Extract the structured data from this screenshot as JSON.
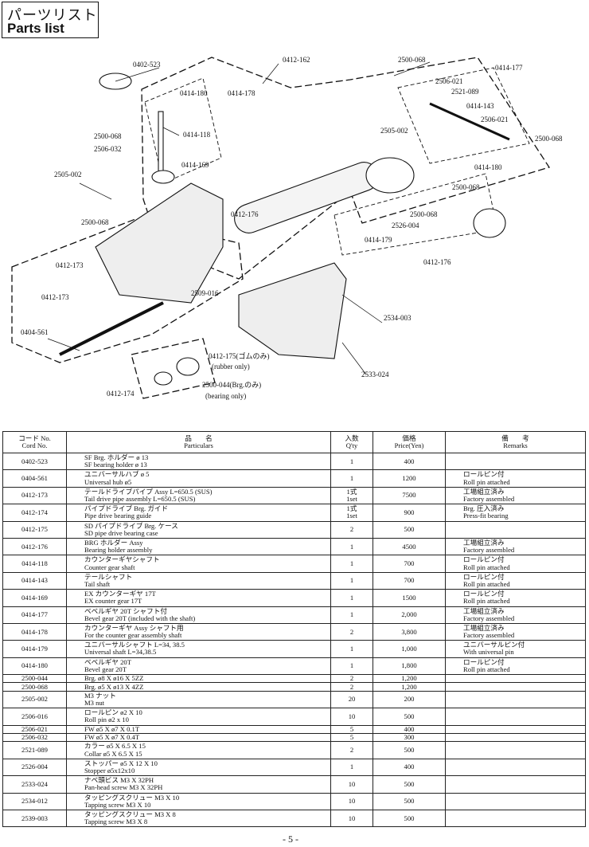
{
  "header": {
    "title_jp": "パーツリスト",
    "title_en": "Parts list"
  },
  "diagram_labels": [
    {
      "id": "0402-523",
      "text": "0402-523"
    },
    {
      "id": "0412-162",
      "text": "0412-162"
    },
    {
      "id": "2500-068a",
      "text": "2500-068"
    },
    {
      "id": "0414-177",
      "text": "0414-177"
    },
    {
      "id": "2506-021a",
      "text": "2506-021"
    },
    {
      "id": "0414-180a",
      "text": "0414-180"
    },
    {
      "id": "0414-178",
      "text": "0414-178"
    },
    {
      "id": "2521-089",
      "text": "2521-089"
    },
    {
      "id": "0414-143",
      "text": "0414-143"
    },
    {
      "id": "2500-068b",
      "text": "2500-068"
    },
    {
      "id": "2506-021b",
      "text": "2506-021"
    },
    {
      "id": "0414-118",
      "text": "0414-118"
    },
    {
      "id": "2505-002a",
      "text": "2505-002"
    },
    {
      "id": "2500-068c",
      "text": "2500-068"
    },
    {
      "id": "2506-032",
      "text": "2506-032"
    },
    {
      "id": "0414-169",
      "text": "0414-169"
    },
    {
      "id": "0414-180b",
      "text": "0414-180"
    },
    {
      "id": "2505-002b",
      "text": "2505-002"
    },
    {
      "id": "2500-068d",
      "text": "2500-068"
    },
    {
      "id": "2500-068e",
      "text": "2500-068"
    },
    {
      "id": "0412-176a",
      "text": "0412-176"
    },
    {
      "id": "2500-068f",
      "text": "2500-068"
    },
    {
      "id": "2526-004",
      "text": "2526-004"
    },
    {
      "id": "0414-179",
      "text": "0414-179"
    },
    {
      "id": "0412-173a",
      "text": "0412-173"
    },
    {
      "id": "0412-176b",
      "text": "0412-176"
    },
    {
      "id": "2509-016",
      "text": "2509-016"
    },
    {
      "id": "0412-173b",
      "text": "0412-173"
    },
    {
      "id": "2534-003",
      "text": "2534-003"
    },
    {
      "id": "0404-561",
      "text": "0404-561"
    },
    {
      "id": "0412-175",
      "text": "0412-175(ゴムのみ)"
    },
    {
      "id": "rubber",
      "text": "(rubber only)"
    },
    {
      "id": "2533-024",
      "text": "2533-024"
    },
    {
      "id": "2500-044",
      "text": "2500-044(Brg.のみ)"
    },
    {
      "id": "bearing",
      "text": "(bearing only)"
    },
    {
      "id": "0412-174",
      "text": "0412-174"
    }
  ],
  "table": {
    "headers": {
      "code_jp": "コード No.",
      "code_en": "Cord No.",
      "part_jp": "品　　名",
      "part_en": "Particulars",
      "qty_jp": "入数",
      "qty_en": "Q'ty",
      "price_jp": "価格",
      "price_en": "Price(Yen)",
      "remarks_jp": "備　　考",
      "remarks_en": "Remarks"
    },
    "rows": [
      {
        "code": "0402-523",
        "name_jp": "SF Brg. ホルダー ø 13",
        "name_en": "SF bearing holder ø 13",
        "qty1": "1",
        "qty2": "",
        "price": "400",
        "rem_jp": "",
        "rem_en": ""
      },
      {
        "code": "0404-561",
        "name_jp": "ユニバーサルハブ ø 5",
        "name_en": "Universal hub ø5",
        "qty1": "1",
        "qty2": "",
        "price": "1200",
        "rem_jp": "ロールピン付",
        "rem_en": "Roll pin attached"
      },
      {
        "code": "0412-173",
        "name_jp": "テールドライブパイプ Assy L=650.5 (SUS)",
        "name_en": "Tail drive pipe assembly L=650.5 (SUS)",
        "qty1": "1式",
        "qty2": "1set",
        "price": "7500",
        "rem_jp": "工場組立済み",
        "rem_en": "Factory assembled"
      },
      {
        "code": "0412-174",
        "name_jp": "パイプドライブ Brg. ガイド",
        "name_en": "Pipe drive bearing guide",
        "qty1": "1式",
        "qty2": "1set",
        "price": "900",
        "rem_jp": "Brg. 圧入済み",
        "rem_en": "Press-fit bearing"
      },
      {
        "code": "0412-175",
        "name_jp": "SD パイプドライブ Brg. ケース",
        "name_en": "SD pipe drive bearing case",
        "qty1": "2",
        "qty2": "",
        "price": "500",
        "rem_jp": "",
        "rem_en": ""
      },
      {
        "code": "0412-176",
        "name_jp": "BRG ホルダー Assy",
        "name_en": "Bearing holder assembly",
        "qty1": "1",
        "qty2": "",
        "price": "4500",
        "rem_jp": "工場組立済み",
        "rem_en": "Factory assembled"
      },
      {
        "code": "0414-118",
        "name_jp": "カウンターギヤシャフト",
        "name_en": "Counter gear shaft",
        "qty1": "1",
        "qty2": "",
        "price": "700",
        "rem_jp": "ロールピン付",
        "rem_en": "Roll pin attached"
      },
      {
        "code": "0414-143",
        "name_jp": "テールシャフト",
        "name_en": "Tail shaft",
        "qty1": "1",
        "qty2": "",
        "price": "700",
        "rem_jp": "ロールピン付",
        "rem_en": "Roll pin attached"
      },
      {
        "code": "0414-169",
        "name_jp": "EX カウンターギヤ 17T",
        "name_en": "EX counter gear 17T",
        "qty1": "1",
        "qty2": "",
        "price": "1500",
        "rem_jp": "ロールピン付",
        "rem_en": "Roll pin attached"
      },
      {
        "code": "0414-177",
        "name_jp": "ベベルギヤ 20T シャフト付",
        "name_en": "Bevel gear 20T (included with the shaft)",
        "qty1": "1",
        "qty2": "",
        "price": "2,000",
        "rem_jp": "工場組立済み",
        "rem_en": "Factory assembled"
      },
      {
        "code": "0414-178",
        "name_jp": "カウンターギヤ Assy シャフト用",
        "name_en": "For the counter gear assembly shaft",
        "qty1": "2",
        "qty2": "",
        "price": "3,800",
        "rem_jp": "工場組立済み",
        "rem_en": "Factory assembled"
      },
      {
        "code": "0414-179",
        "name_jp": "ユニバーサルシャフト L=34, 38.5",
        "name_en": "Universal shaft L=34,38.5",
        "qty1": "1",
        "qty2": "",
        "price": "1,000",
        "rem_jp": "ユニバーサルピン付",
        "rem_en": "With universal pin"
      },
      {
        "code": "0414-180",
        "name_jp": "ベベルギヤ 20T",
        "name_en": "Bevel gear 20T",
        "qty1": "1",
        "qty2": "",
        "price": "1,800",
        "rem_jp": "ロールピン付",
        "rem_en": "Roll pin attached"
      },
      {
        "code": "2500-044",
        "name_jp": "Brg. ø8 X ø16 X 5ZZ",
        "name_en": "",
        "qty1": "2",
        "qty2": "",
        "price": "1,200",
        "rem_jp": "",
        "rem_en": ""
      },
      {
        "code": "2500-068",
        "name_jp": "Brg. ø5 X ø13 X 4ZZ",
        "name_en": "",
        "qty1": "2",
        "qty2": "",
        "price": "1,200",
        "rem_jp": "",
        "rem_en": ""
      },
      {
        "code": "2505-002",
        "name_jp": "M3 ナット",
        "name_en": "M3 nut",
        "qty1": "20",
        "qty2": "",
        "price": "200",
        "rem_jp": "",
        "rem_en": ""
      },
      {
        "code": "2506-016",
        "name_jp": "ロールピン ø2 X 10",
        "name_en": "Roll pin ø2 x 10",
        "qty1": "10",
        "qty2": "",
        "price": "500",
        "rem_jp": "",
        "rem_en": ""
      },
      {
        "code": "2506-021",
        "name_jp": "FW ø5 X ø7 X 0.1T",
        "name_en": "",
        "qty1": "5",
        "qty2": "",
        "price": "400",
        "rem_jp": "",
        "rem_en": ""
      },
      {
        "code": "2506-032",
        "name_jp": "FW ø5 X ø7 X 0.4T",
        "name_en": "",
        "qty1": "5",
        "qty2": "",
        "price": "300",
        "rem_jp": "",
        "rem_en": ""
      },
      {
        "code": "2521-089",
        "name_jp": "カラー ø5 X 6.5 X 15",
        "name_en": "Collar ø5 X 6.5 X 15",
        "qty1": "2",
        "qty2": "",
        "price": "500",
        "rem_jp": "",
        "rem_en": ""
      },
      {
        "code": "2526-004",
        "name_jp": "ストッパー ø5 X 12 X 10",
        "name_en": "Stopper ø5x12x10",
        "qty1": "1",
        "qty2": "",
        "price": "400",
        "rem_jp": "",
        "rem_en": ""
      },
      {
        "code": "2533-024",
        "name_jp": "ナベ頭ビス M3 X 32PH",
        "name_en": "Pan-head screw M3 X 32PH",
        "qty1": "10",
        "qty2": "",
        "price": "500",
        "rem_jp": "",
        "rem_en": ""
      },
      {
        "code": "2534-012",
        "name_jp": "タッピングスクリュー M3 X 10",
        "name_en": "Tapping screw M3 X 10",
        "qty1": "10",
        "qty2": "",
        "price": "500",
        "rem_jp": "",
        "rem_en": ""
      },
      {
        "code": "2539-003",
        "name_jp": "タッピングスクリュー M3 X 8",
        "name_en": "Tapping screw M3 X 8",
        "qty1": "10",
        "qty2": "",
        "price": "500",
        "rem_jp": "",
        "rem_en": ""
      }
    ]
  },
  "page_number": "- 5 -"
}
